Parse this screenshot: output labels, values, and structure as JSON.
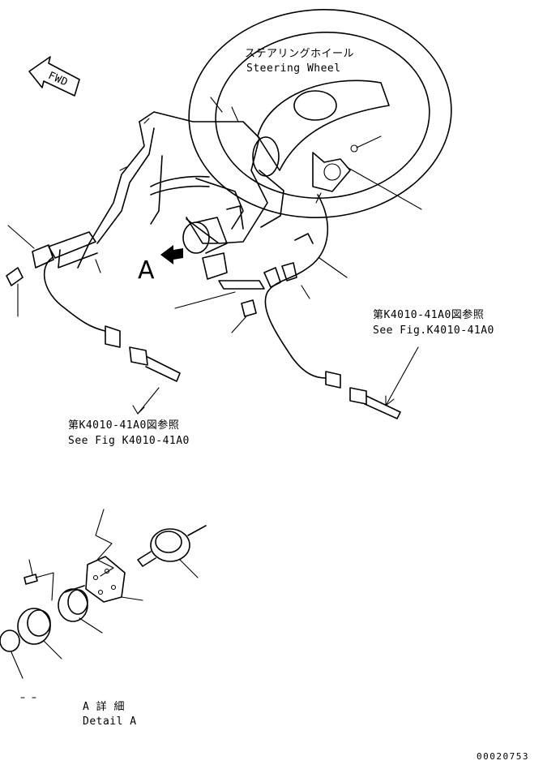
{
  "labels": {
    "steering_wheel_jp": "ステアリングホイール",
    "steering_wheel_en": "Steering Wheel",
    "fwd": "FWD",
    "view_a": "A",
    "ref_right_jp": "第K4010-41A0図参照",
    "ref_right_en": "See Fig.K4010-41A0",
    "ref_left_jp": "第K4010-41A0図参照",
    "ref_left_en": "See Fig K4010-41A0",
    "detail_jp": "A 詳 細",
    "detail_en": "Detail A",
    "drawing_number": "00020753"
  },
  "icons": [
    "fwd-arrow-icon",
    "view-direction-arrow-icon"
  ]
}
